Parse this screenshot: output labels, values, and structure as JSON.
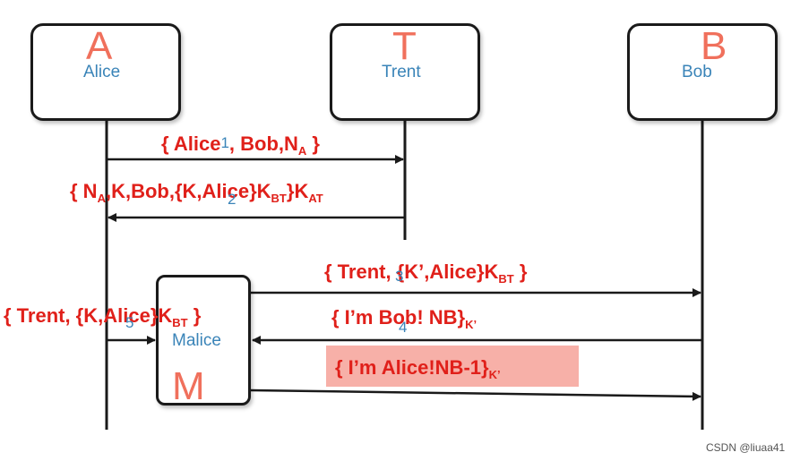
{
  "actors": [
    {
      "id": "alice",
      "letter": "A",
      "name": "Alice"
    },
    {
      "id": "trent",
      "letter": "T",
      "name": "Trent"
    },
    {
      "id": "bob",
      "letter": "B",
      "name": "Bob"
    },
    {
      "id": "malice",
      "letter": "M",
      "name": "Malice"
    }
  ],
  "messages": [
    {
      "step": "1",
      "from": "alice",
      "to": "trent",
      "parts": {
        "a": "{ Alice",
        "b": ",   Bob,N",
        "b_sub": "A",
        "c": " }"
      }
    },
    {
      "step": "2",
      "from": "trent",
      "to": "alice",
      "parts": {
        "a": "{ N",
        "a_sub": "A",
        "b": ",K,Bob,{K,Alice}K",
        "b_sub": "BT",
        "c": "}K",
        "c_sub": "AT"
      }
    },
    {
      "step": "3",
      "from": "malice",
      "to": "bob",
      "parts": {
        "a": "{ Trent, {K’,Alice}K",
        "a_sub": "BT",
        "b": " }"
      }
    },
    {
      "step": "4",
      "from": "bob",
      "to": "malice",
      "parts": {
        "a": "{ I’m Bob! NB}",
        "a_sub": "K’"
      }
    },
    {
      "step": "5",
      "from": "alice",
      "to": "malice",
      "parts": {
        "a": "{ Trent, {K,Alice}K",
        "a_sub": "BT",
        "b": " }"
      }
    },
    {
      "step": "",
      "from": "malice",
      "to": "bob",
      "highlighted": true,
      "parts": {
        "a": "{ I’m Alice!NB-1}",
        "a_sub": "K’"
      }
    }
  ],
  "colors": {
    "message": "#e0201a",
    "letter": "#f0705c",
    "name": "#3a84b8",
    "highlight": "#f7b0a8"
  },
  "watermark": "CSDN @liuaa41"
}
